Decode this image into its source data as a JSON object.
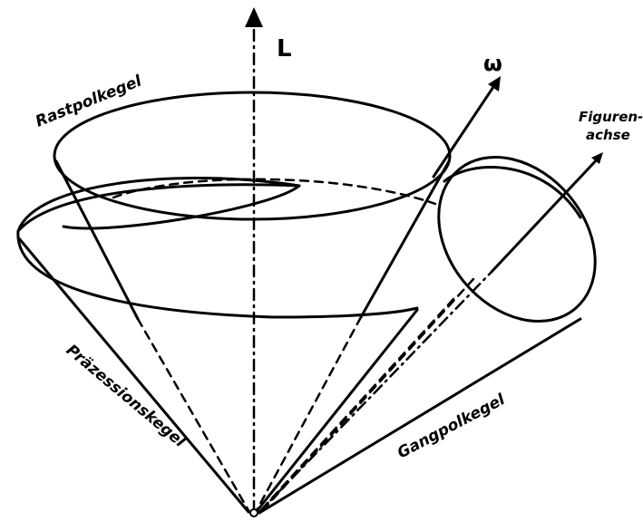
{
  "diagram": {
    "labels": {
      "axis_L": "L",
      "omega": "ω",
      "rastpolkegel": "Rastpolkegel",
      "figurenachse_1": "Figuren-",
      "figurenachse_2": "achse",
      "praezessionskegel": "Präzessionskegel",
      "gangpolkegel": "Gangpolkegel"
    },
    "colors": {
      "ink": "#000000",
      "background": "#ffffff"
    }
  }
}
